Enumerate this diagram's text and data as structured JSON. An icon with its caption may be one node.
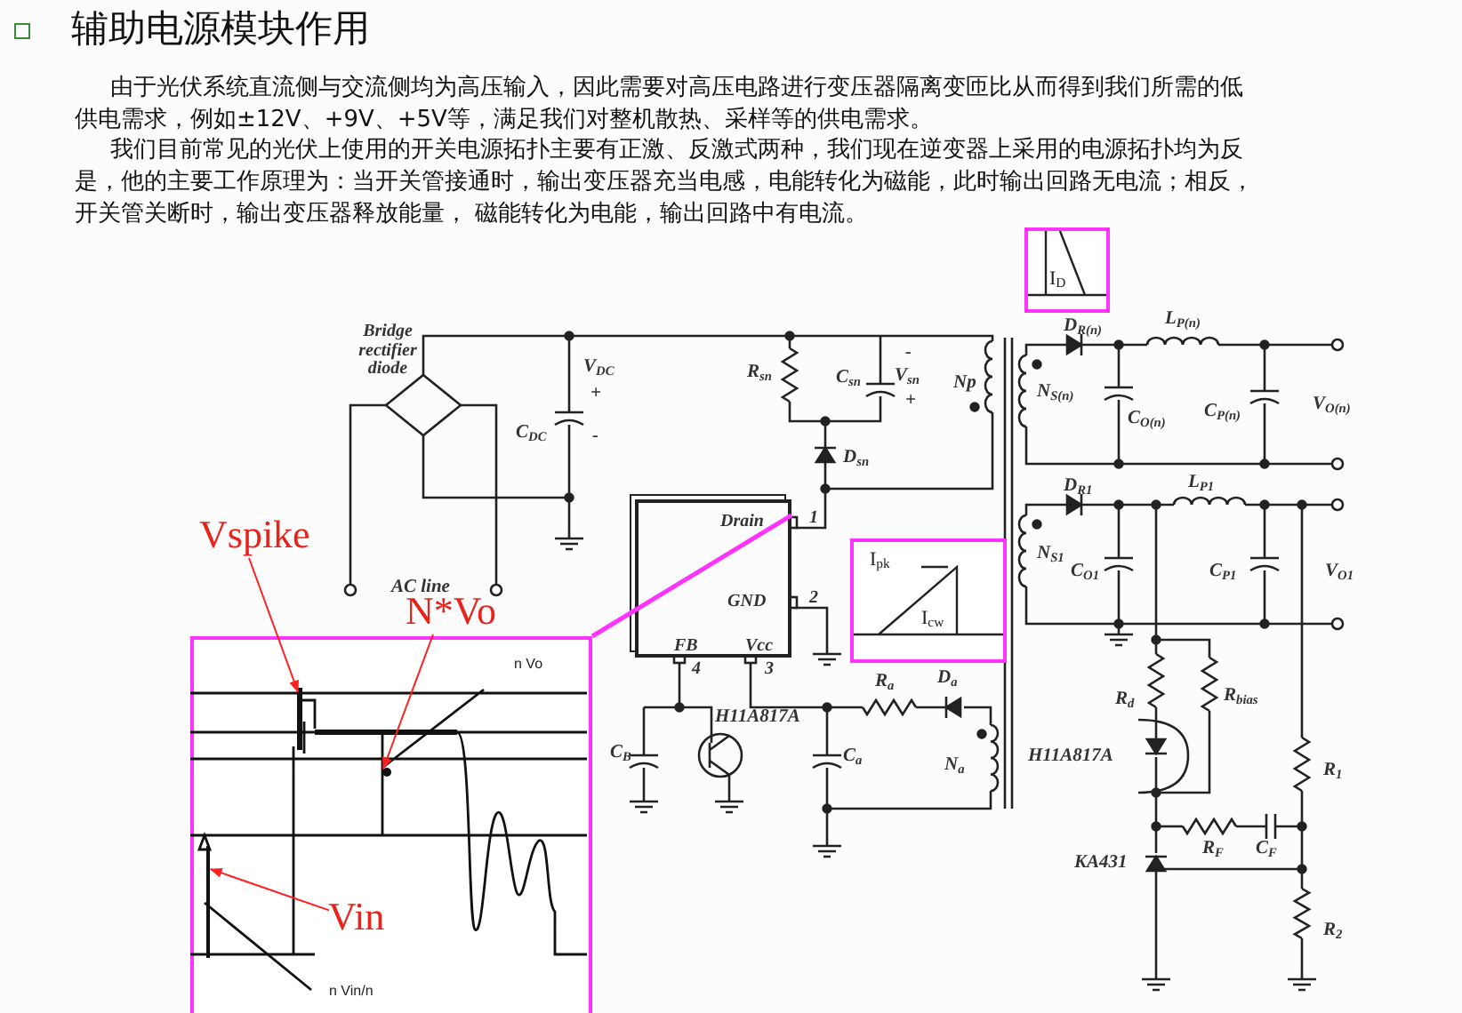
{
  "diagram": {
    "title": "辅助电源模块作用",
    "nodes": [
      {
        "text": [
          "n Vo",
          "n Vin/n"
        ]
      },
      {
        "text": [
          "Vspike"
        ]
      },
      {
        "text": [
          "N*Vo"
        ]
      },
      {
        "text": [
          "Vin"
        ],
        "in": 0
      },
      {
        "text": [
          "I$_{pk}$",
          "I$_{cw}$"
        ]
      },
      {
        "text": [
          "I$_{D}$"
        ]
      },
      {
        "text": [
          "Drain",
          "GND",
          "FB",
          "Vcc"
        ],
        "beside": [
          "1",
          "2",
          "4",
          "3"
        ]
      },
      {
        "text": [],
        "shape": "bar",
        "in": 0
      },
      {
        "text": [],
        "shape": "circle",
        "in": 0
      },
      {
        "text": [],
        "shape": "bar",
        "in": 0
      }
    ],
    "edges": [
      {
        "from": 1,
        "to": 7,
        "arrow": "to",
        "color": "#ff2020"
      },
      {
        "from": 2,
        "to": 8,
        "arrow": "to",
        "color": "#ff2020"
      },
      {
        "from": 3,
        "to": 9,
        "arrow": "to",
        "color": "#ff2020"
      },
      {
        "from": 0,
        "to": 6,
        "arrow": "none",
        "style": "thick",
        "color": "#ff33ff"
      }
    ],
    "labels": [
      "由于光伏系统直流侧与交流侧均为高压输入，因此需要对高压电路进行变压器隔离变匝比从而得到我们所需的低",
      "供电需求，例如±12V、+9V、+5V等，满足我们对整机散热、采样等的供电需求。",
      "我们目前常见的光伏上使用的开关电源拓扑主要有正激、反激式两种，我们现在逆变器上采用的电源拓扑均为反",
      "是，他的主要工作原理为：当开关管接通时，输出变压器充当电感，电能转化为磁能，此时输出回路无电流；相反，",
      "开关管关断时，输出变压器释放能量， 磁能转化为电能，输出回路中有电流。",
      "Bridge rectifier diode",
      "V$_{DC}$",
      "+",
      "-",
      "C$_{DC}$",
      "R$_{sn}$",
      "C$_{sn}$",
      "-",
      "V$_{sn}$",
      "+",
      "Np",
      "D$_{sn}$",
      "AC line",
      "C$_{B}$",
      "H11A817A",
      "R$_{a}$",
      "D$_{a}$",
      "C$_{a}$",
      "N$_{a}$",
      "D$_{R(n)}$",
      "L$_{P(n)}$",
      "N$_{S(n)}$",
      "C$_{O(n)}$",
      "C$_{P(n)}$",
      "V$_{O(n)}$",
      "D$_{R1}$",
      "L$_{P1}$",
      "N$_{S1}$",
      "C$_{O1}$",
      "C$_{P1}$",
      "V$_{O1}$",
      "R$_{d}$",
      "R$_{bias}$",
      "H11A817A",
      "R$_{1}$",
      "R$_{F}$",
      "C$_{F}$",
      "KA431",
      "R$_{2}$"
    ]
  }
}
